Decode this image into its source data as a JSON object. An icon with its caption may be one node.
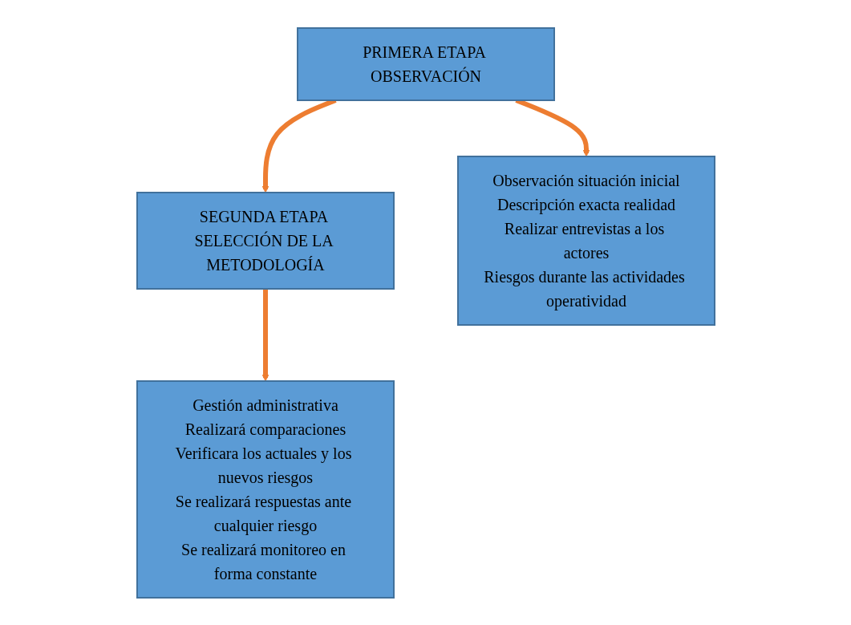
{
  "diagram": {
    "nodes": [
      {
        "text": [
          "PRIMERA ETAPA OBSERVACIÓN"
        ]
      },
      {
        "text": [
          "SEGUNDA ETAPA SELECCIÓN DE LA METODOLOGÍA"
        ]
      },
      {
        "text": [
          "Observación situación inicial",
          "Descripción exacta realidad",
          "Realizar entrevistas a los actores",
          "Riesgos durante las actividades operatividad"
        ]
      },
      {
        "text": [
          "Gestión administrativa",
          "Realizará comparaciones",
          "Verificara los actuales y los nuevos riesgos",
          "Se realizará respuestas ante cualquier riesgo",
          "Se realizará monitoreo en forma constante"
        ]
      }
    ],
    "edges": [
      {
        "from": 0,
        "to": 1,
        "arrow": "to"
      },
      {
        "from": 0,
        "to": 2,
        "arrow": "to"
      },
      {
        "from": 1,
        "to": 3,
        "arrow": "to"
      }
    ]
  }
}
